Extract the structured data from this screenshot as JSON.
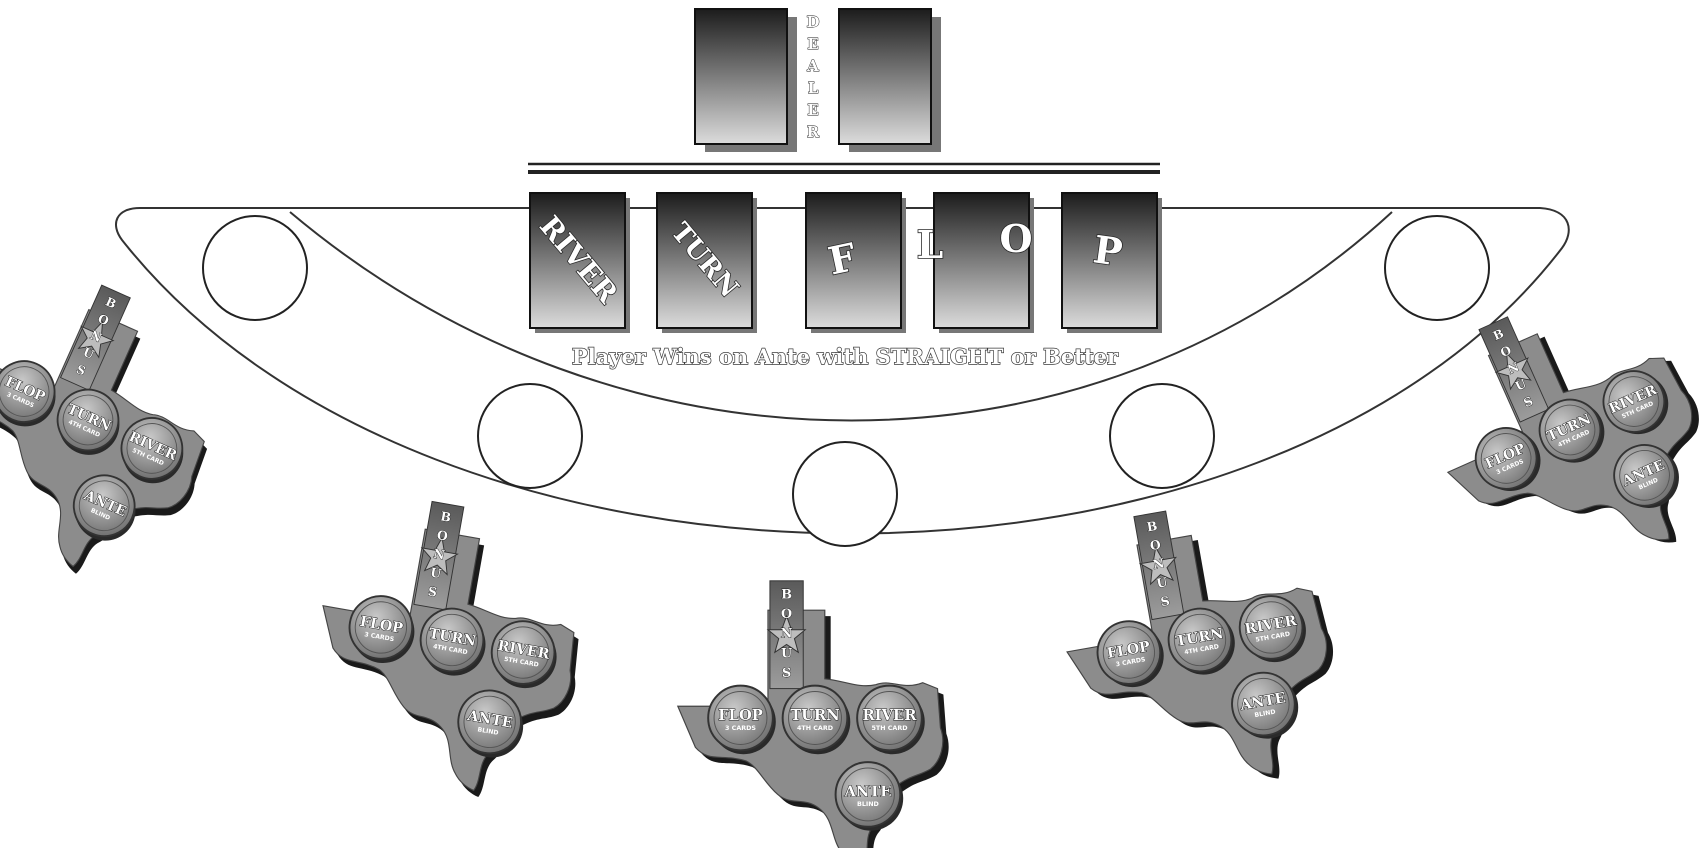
{
  "dealer": {
    "label_letters": [
      "D",
      "E",
      "A",
      "L",
      "E",
      "R"
    ]
  },
  "board": {
    "cards": [
      "RIVER",
      "TURN",
      "F",
      "L",
      "O",
      "P"
    ]
  },
  "tagline": "Player Wins on Ante with STRAIGHT or Better",
  "stations": {
    "bonus_letters": [
      "B",
      "O",
      "N",
      "U",
      "S"
    ],
    "spots": [
      {
        "label": "FLOP",
        "sub": "3 CARDS"
      },
      {
        "label": "TURN",
        "sub": "4TH CARD"
      },
      {
        "label": "RIVER",
        "sub": "5TH CARD"
      },
      {
        "label": "ANTE",
        "sub": "BLIND"
      }
    ]
  },
  "colors": {
    "card_dark": "#1c1c1c",
    "card_light": "#d8d8d8",
    "texas_fill": "#8c8c8c",
    "chip_fill": "#9a9a9a",
    "table_line": "#333333"
  }
}
